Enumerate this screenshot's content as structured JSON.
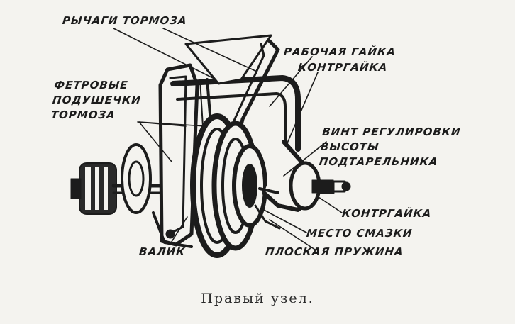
{
  "labels": {
    "brake_levers": "РЫЧАГИ ТОРМОЗА",
    "working_nut": "РАБОЧАЯ ГАЙКА",
    "locknut_top": "КОНТРГАЙКА",
    "felt_pads": [
      "ФЕТРОВЫЕ",
      "ПОДУШЕЧКИ",
      "ТОРМОЗА"
    ],
    "adjust_screw": [
      "ВИНТ РЕГУЛИРОВКИ",
      "ВЫСОТЫ",
      "ПОДТАРЕЛЬНИКА"
    ],
    "locknut_bottom": "КОНТРГАЙКА",
    "lube_point": "МЕСТО СМАЗКИ",
    "shaft": "ВАЛИК",
    "flat_spring": "ПЛОСКАЯ ПРУЖИНА"
  },
  "caption": "Правый узел.",
  "colors": {
    "ink": "#1c1c1c",
    "paper": "#f4f3ef"
  }
}
